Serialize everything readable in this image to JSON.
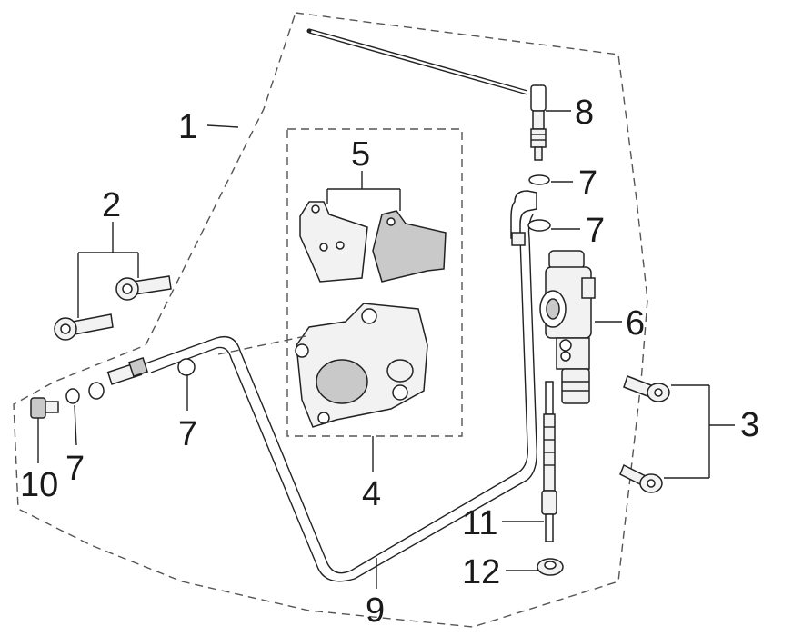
{
  "diagram": {
    "type": "exploded-parts-diagram",
    "callouts": {
      "c1": "1",
      "c2": "2",
      "c3": "3",
      "c4": "4",
      "c5": "5",
      "c6": "6",
      "c7a": "7",
      "c7b": "7",
      "c7c": "7",
      "c7d": "7",
      "c8": "8",
      "c9": "9",
      "c10": "10",
      "c11": "11",
      "c12": "12"
    }
  }
}
